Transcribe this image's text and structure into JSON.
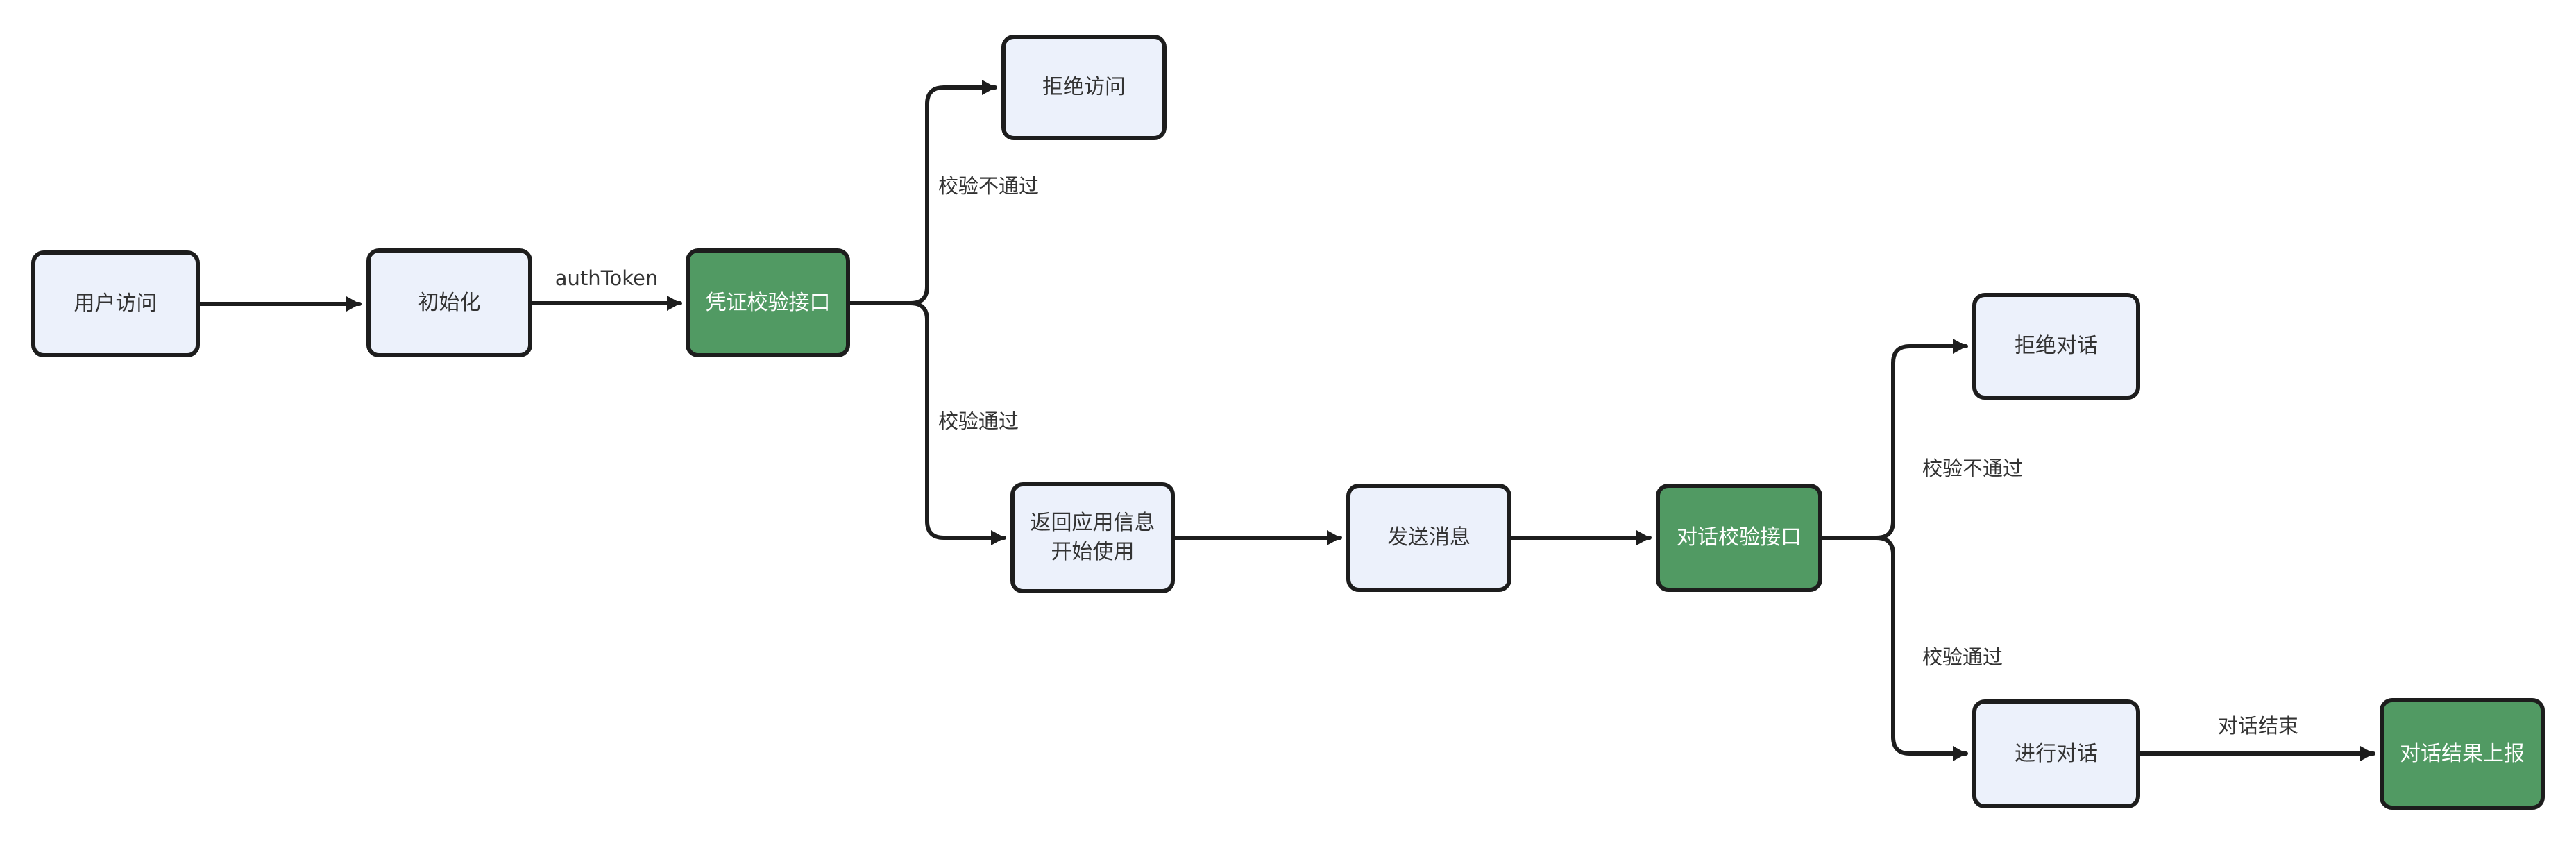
{
  "diagram": {
    "type": "flowchart",
    "direction": "left-to-right",
    "colors": {
      "background": "#ffffff",
      "node_fill": "#ecf1fb",
      "node_border": "#1d1d1d",
      "node_text": "#333333",
      "accent_fill": "#519a63",
      "accent_text": "#ffffff",
      "edge_color": "#1d1d1d",
      "label_text": "#333333"
    },
    "nodes": {
      "user_access": {
        "label": "用户访问",
        "style": "default"
      },
      "init": {
        "label": "初始化",
        "style": "default"
      },
      "credential_check_api": {
        "label": "凭证校验接口",
        "style": "accent-green"
      },
      "deny_access": {
        "label": "拒绝访问",
        "style": "default"
      },
      "return_app_info": {
        "label_line1": "返回应用信息",
        "label_line2": "开始使用",
        "style": "default"
      },
      "send_message": {
        "label": "发送消息",
        "style": "default"
      },
      "dialog_check_api": {
        "label": "对话校验接口",
        "style": "accent-green"
      },
      "deny_dialog": {
        "label": "拒绝对话",
        "style": "default"
      },
      "do_dialog": {
        "label": "进行对话",
        "style": "default"
      },
      "report_dialog_result": {
        "label": "对话结果上报",
        "style": "accent-green"
      }
    },
    "edge_labels": {
      "auth_token": "authToken",
      "check_fail_left": "校验不通过",
      "check_pass_left": "校验通过",
      "check_fail_right": "校验不通过",
      "check_pass_right": "校验通过",
      "dialog_end": "对话结束"
    },
    "edges": [
      {
        "from": "用户访问",
        "to": "初始化",
        "label": ""
      },
      {
        "from": "初始化",
        "to": "凭证校验接口",
        "label": "authToken"
      },
      {
        "from": "凭证校验接口",
        "to": "拒绝访问",
        "label": "校验不通过"
      },
      {
        "from": "凭证校验接口",
        "to": "返回应用信息 开始使用",
        "label": "校验通过"
      },
      {
        "from": "返回应用信息 开始使用",
        "to": "发送消息",
        "label": ""
      },
      {
        "from": "发送消息",
        "to": "对话校验接口",
        "label": ""
      },
      {
        "from": "对话校验接口",
        "to": "拒绝对话",
        "label": "校验不通过"
      },
      {
        "from": "对话校验接口",
        "to": "进行对话",
        "label": "校验通过"
      },
      {
        "from": "进行对话",
        "to": "对话结果上报",
        "label": "对话结束"
      }
    ]
  }
}
